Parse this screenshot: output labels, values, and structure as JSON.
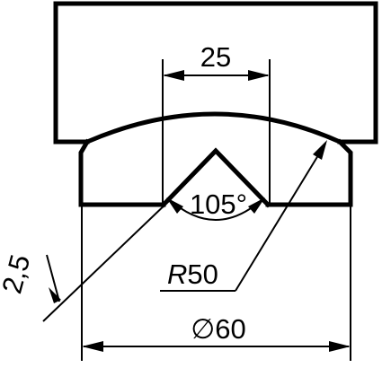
{
  "drawing": {
    "dimensions": {
      "width": "25",
      "angle": "105°",
      "radius_symbol": "R",
      "radius_value": "50",
      "chamfer": "2,5",
      "diameter_symbol": "∅",
      "diameter_value": "60"
    },
    "colors": {
      "line": "#000000",
      "background": "#ffffff"
    }
  }
}
